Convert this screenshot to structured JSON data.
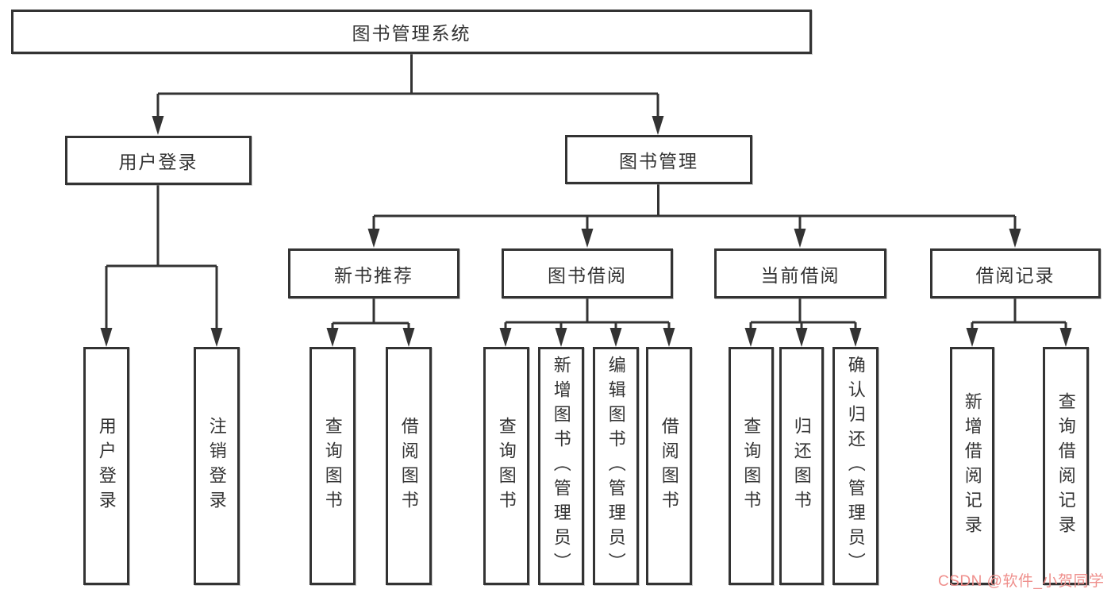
{
  "diagram": {
    "root": {
      "label": "图书管理系统"
    },
    "level1": [
      {
        "id": "user-login",
        "label": "用户登录"
      },
      {
        "id": "book-management",
        "label": "图书管理"
      }
    ],
    "level2": [
      {
        "id": "new-book-recommend",
        "label": "新书推荐"
      },
      {
        "id": "book-borrow",
        "label": "图书借阅"
      },
      {
        "id": "current-borrow",
        "label": "当前借阅"
      },
      {
        "id": "borrow-records",
        "label": "借阅记录"
      }
    ],
    "leaves": [
      {
        "parent": "user-login",
        "label": "用户登录"
      },
      {
        "parent": "user-login",
        "label": "注销登录"
      },
      {
        "parent": "new-book-recommend",
        "label": "查询图书"
      },
      {
        "parent": "new-book-recommend",
        "label": "借阅图书"
      },
      {
        "parent": "book-borrow",
        "label": "查询图书"
      },
      {
        "parent": "book-borrow",
        "label": "新增图书（管理员）"
      },
      {
        "parent": "book-borrow",
        "label": "编辑图书（管理员）"
      },
      {
        "parent": "book-borrow",
        "label": "借阅图书"
      },
      {
        "parent": "current-borrow",
        "label": "查询图书"
      },
      {
        "parent": "current-borrow",
        "label": "归还图书"
      },
      {
        "parent": "current-borrow",
        "label": "确认归还（管理员）"
      },
      {
        "parent": "borrow-records",
        "label": "新增借阅记录"
      },
      {
        "parent": "borrow-records",
        "label": "查询借阅记录"
      }
    ]
  },
  "watermark": {
    "text": "CSDN @软件_小贺同学",
    "color": "#EF8F8C"
  },
  "colors": {
    "line": "#333333",
    "border": "#333333",
    "text": "#333333",
    "background": "#FFFFFF"
  }
}
